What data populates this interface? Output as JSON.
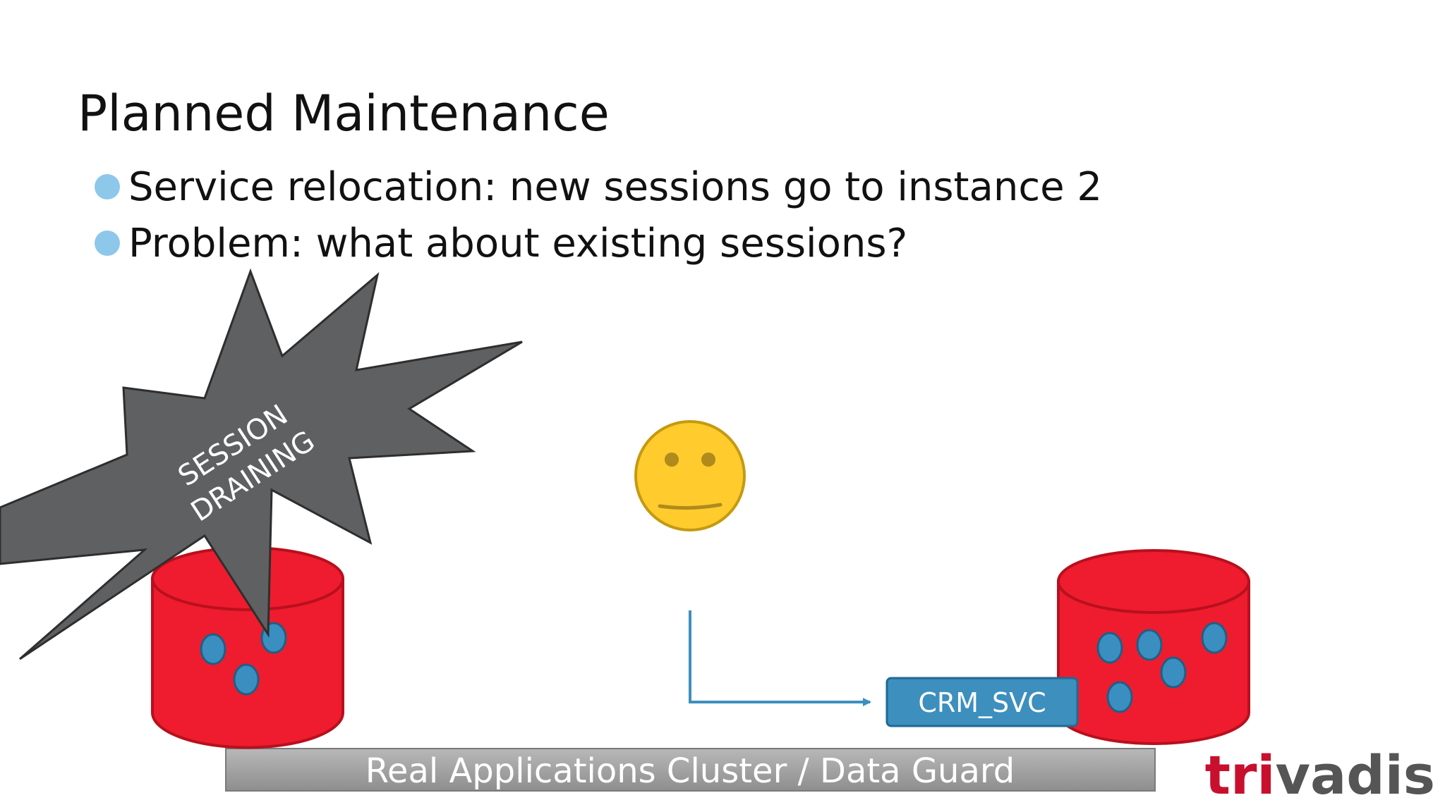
{
  "slide": {
    "title": "Planned Maintenance",
    "bullets": [
      "Service relocation: new sessions go to instance 2",
      "Problem: what about existing sessions?"
    ]
  },
  "diagram": {
    "burst_line1": "SESSION",
    "burst_line2": "DRAINING",
    "service_label": "CRM_SVC",
    "cluster_bar_label": "Real Applications Cluster / Data Guard",
    "face_icon": "neutral-face-icon",
    "database_icon": "database-cylinder-icon",
    "session_icon": "session-dot-icon",
    "arrow_icon": "arrow-right-icon"
  },
  "brand": {
    "logo_prefix": "tri",
    "logo_suffix": "vadis"
  },
  "colors": {
    "database_red": "#ee1c2e",
    "database_outline": "#b8101e",
    "session_blue": "#3a8fc0",
    "service_box": "#3d8fbe",
    "arrow_blue": "#3d8fbe",
    "burst_gray": "#5f6062",
    "face_yellow": "#ffcb2d",
    "bar_gray": "#a0a0a0",
    "bullet_blue": "#8dc8ea",
    "logo_red": "#c8102e",
    "logo_gray": "#555555"
  }
}
